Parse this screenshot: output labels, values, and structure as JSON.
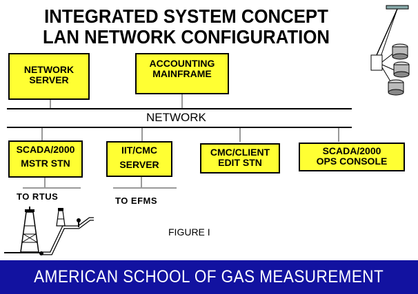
{
  "title_line1": "INTEGRATED SYSTEM CONCEPT",
  "title_line2": "LAN NETWORK CONFIGURATION",
  "boxes": {
    "network_server": [
      "NETWORK",
      "SERVER"
    ],
    "accounting_mainframe": [
      "ACCOUNTING",
      "MAINFRAME"
    ],
    "scada_mstr": [
      "SCADA/2000",
      "MSTR STN"
    ],
    "iit_cmc": [
      "IIT/CMC",
      "SERVER"
    ],
    "cmc_client": [
      "CMC/CLIENT",
      "EDIT STN"
    ],
    "scada_ops": [
      "SCADA/2000",
      "OPS CONSOLE"
    ]
  },
  "network_label": "NETWORK",
  "to_rtus": "TO RTUS",
  "to_efms": "TO EFMS",
  "figure_label": "FIGURE I",
  "footer": "AMERICAN SCHOOL OF GAS MEASUREMENT",
  "colors": {
    "box_fill": "#ffff33",
    "footer_bg": "#1212a0",
    "footer_text": "#ffffff"
  },
  "icons": [
    "database-tower-icon",
    "oil-derrick-pipeline-icon"
  ]
}
